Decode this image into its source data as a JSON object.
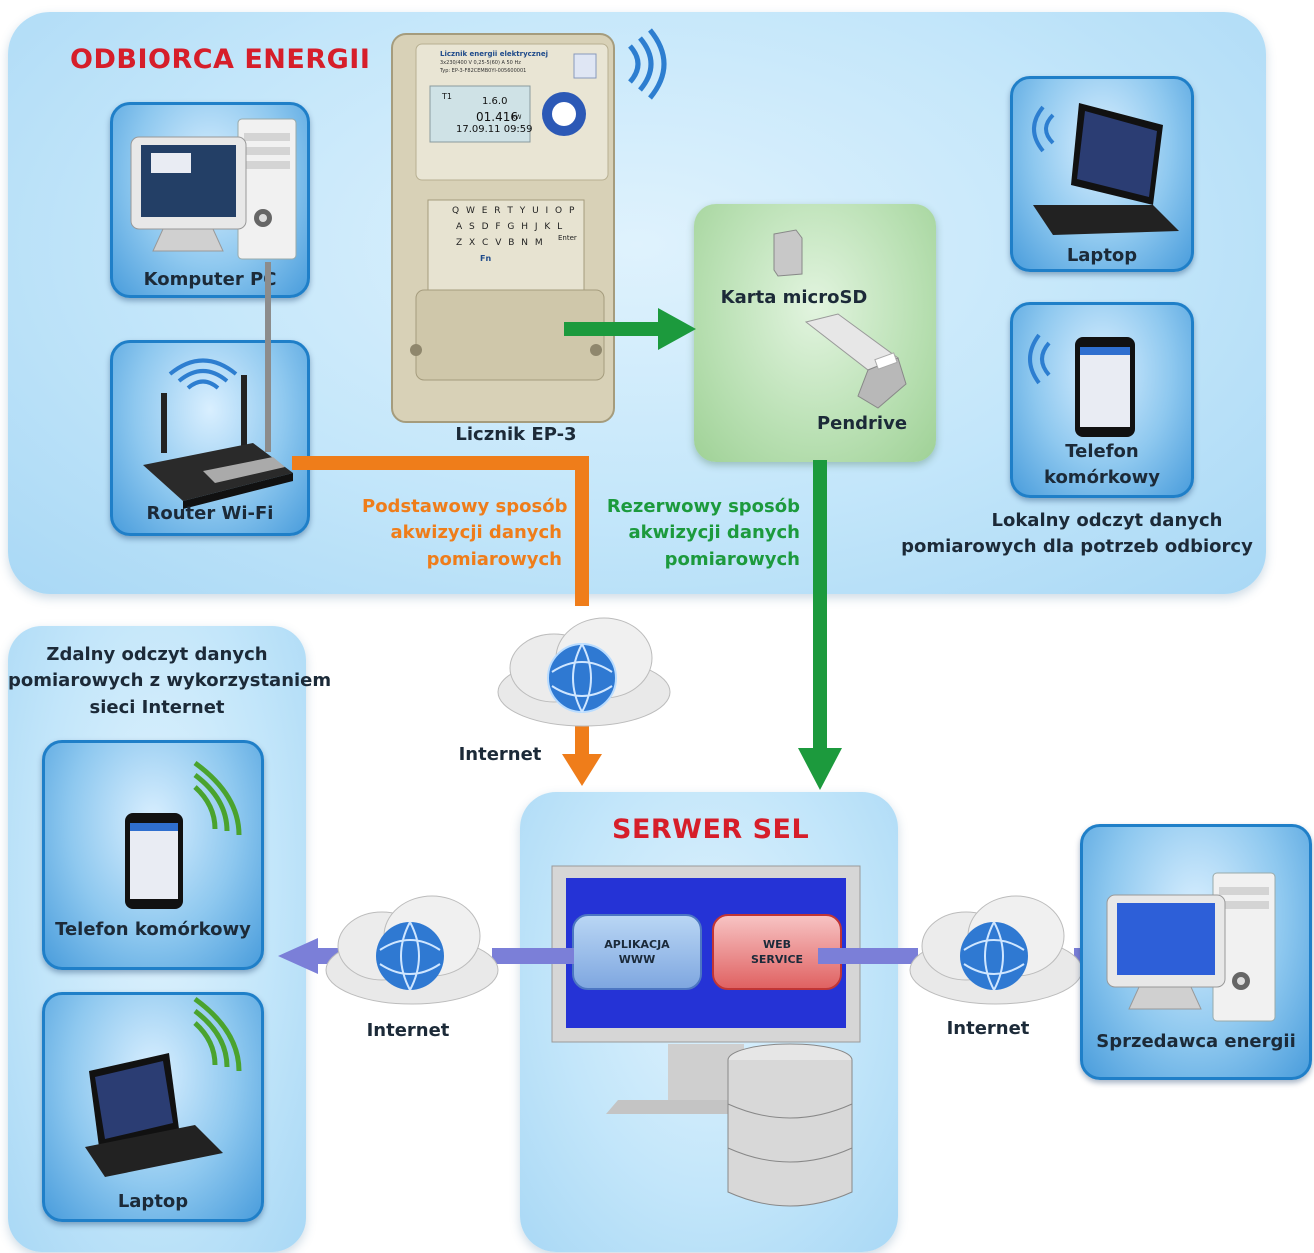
{
  "consumer": {
    "title": "ODBIORCA ENERGII",
    "pc_label": "Komputer PC",
    "router_label": "Router Wi-Fi",
    "meter_label": "Licznik EP-3",
    "microsd_label": "Karta microSD",
    "pendrive_label": "Pendrive",
    "laptop_label": "Laptop",
    "phone_label_1": "Telefon",
    "phone_label_2": "komórkowy",
    "local_read_1": "Lokalny odczyt danych",
    "local_read_2": "pomiarowych dla potrzeb odbiorcy",
    "primary_1": "Podstawowy sposób",
    "primary_2": "akwizycji danych",
    "primary_3": "pomiarowych",
    "backup_1": "Rezerwowy sposób",
    "backup_2": "akwizycji danych",
    "backup_3": "pomiarowych"
  },
  "meter_face": {
    "header": "Licznik energii elektrycznej",
    "spec": "3x230/400 V 0,25-5(60) A 50 Hz",
    "type": "Typ: EP-3-F82CEMB0YI-005600001",
    "reading_code": "1.6.0",
    "reading_value": "01.416",
    "reading_unit": "kW",
    "datetime": "17.09.11 09:59",
    "tariff": "T1",
    "keys_row1": "Q W E R T Y U I O P",
    "keys_row2": "A S D F G H J K L",
    "keys_row3": "Z X C V B N M",
    "enter_key": "Enter",
    "fn_key": "Fn"
  },
  "internet_label": "Internet",
  "remote": {
    "title_1": "Zdalny odczyt danych",
    "title_2": "pomiarowych z wykorzystaniem",
    "title_3": "sieci Internet",
    "phone_label": "Telefon komórkowy",
    "laptop_label": "Laptop"
  },
  "server": {
    "title": "SERWER SEL",
    "app_1": "APLIKACJA",
    "app_2": "WWW",
    "ws_1": "WEB",
    "ws_2": "SERVICE"
  },
  "seller": {
    "label": "Sprzedawca energii"
  },
  "colors": {
    "title_red": "#d61e2a",
    "orange": "#ef7d1a",
    "green": "#1c9a3d",
    "violet": "#7b7fd8"
  }
}
